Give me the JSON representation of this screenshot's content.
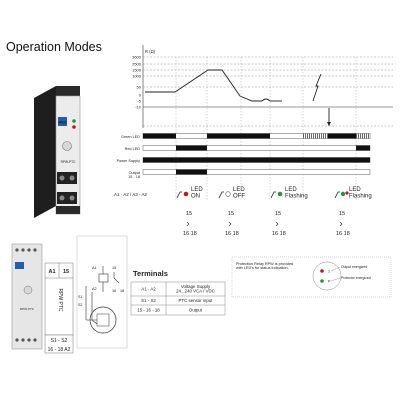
{
  "title": "Operation Modes",
  "device_label": "RPW-PTC",
  "logo": "WEG",
  "graph": {
    "y_unit": "R (Ω)",
    "y_ticks": [
      "3600",
      "2500",
      "1500",
      "1000",
      "50",
      "0",
      "-5",
      "-10"
    ]
  },
  "rows": [
    {
      "label": "Green LED"
    },
    {
      "label": "Red LED"
    },
    {
      "label": "Power Supply"
    },
    {
      "label": "Output\n15 - 18"
    }
  ],
  "mode_prefix": "A1 - A2 / A3 - A2",
  "modes": [
    {
      "icon": "red-led-icon",
      "text": "LED\nON",
      "color": "#c8141e",
      "c_top": "15",
      "c_bot": "16 18"
    },
    {
      "icon": "led-off-icon",
      "text": "LED\nOFF",
      "color": "#ffffff",
      "c_top": "15",
      "c_bot": "16 18"
    },
    {
      "icon": "green-led-icon",
      "text": "LED\nFlashing",
      "color": "#1a9a3a",
      "c_top": "15",
      "c_bot": "16 18"
    },
    {
      "icon": "green-red-led-icon",
      "text": "LED\nFlashing",
      "color": "#1a9a3a",
      "c_top": "15",
      "c_bot": "16 18"
    }
  ],
  "terminals": {
    "title": "Terminals",
    "rows": [
      {
        "term": "A1 - A2",
        "desc": "Voltage Supply\n24...240 VCA / VDC"
      },
      {
        "term": "S1 - S2",
        "desc": "PTC sensor input"
      },
      {
        "term": "15 - 16 - 18",
        "desc": "Output"
      }
    ]
  },
  "wiring": {
    "a1": "A1",
    "n15": "15",
    "side": "RPW PTC",
    "bottom1": "S1 - S2",
    "bottom2": "16 - 18 A2",
    "schem_a1": "A1",
    "schem_a2": "A2",
    "schem_s1": "S1",
    "schem_s2": "S2",
    "schem_15": "15",
    "schem_16": "16",
    "schem_18": "18"
  },
  "note": {
    "text": "Protection Relay RPW is provided\nwith LED's for status indication.",
    "legend": [
      "Output energized",
      "Protector energized"
    ],
    "symbols": [
      "1",
      "P"
    ]
  },
  "colors": {
    "red": "#c8141e",
    "green": "#1a9a3a",
    "blue": "#1f5fae"
  }
}
